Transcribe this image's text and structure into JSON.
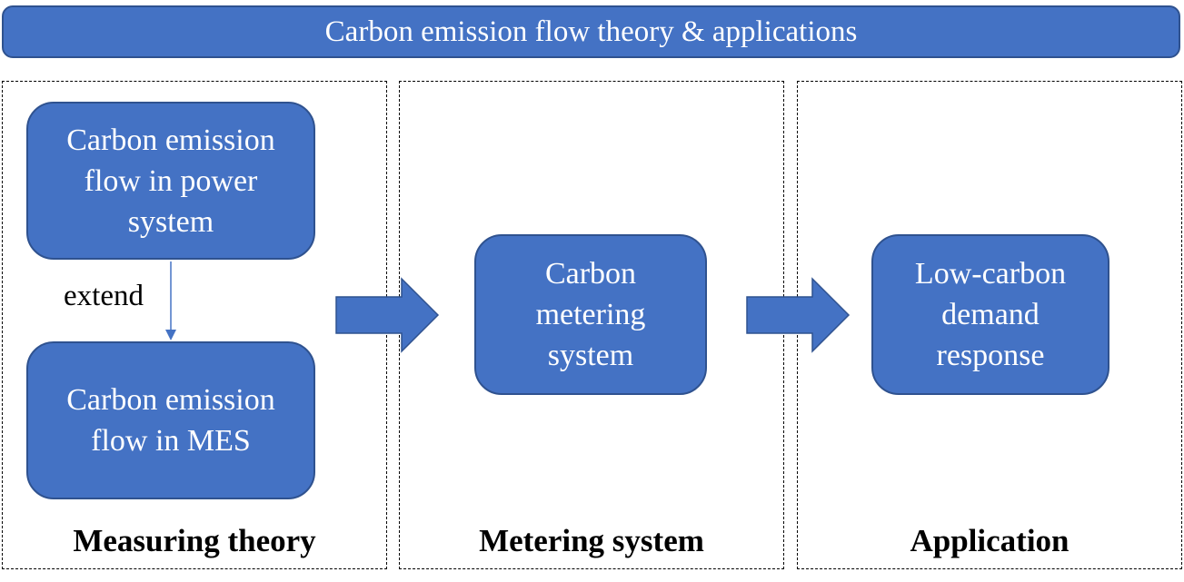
{
  "banner": {
    "title": "Carbon emission flow theory & applications"
  },
  "panels": [
    {
      "label": "Measuring theory"
    },
    {
      "label": "Metering system"
    },
    {
      "label": "Application"
    }
  ],
  "boxes": {
    "power_system": "Carbon emission flow in power system",
    "mes": "Carbon emission flow in MES",
    "metering": "Carbon metering system",
    "demand_response": "Low-carbon demand response"
  },
  "connector": {
    "label": "extend"
  },
  "colors": {
    "box_fill": "#4472c4",
    "box_border": "#2f528f",
    "text_on_box": "#ffffff"
  }
}
